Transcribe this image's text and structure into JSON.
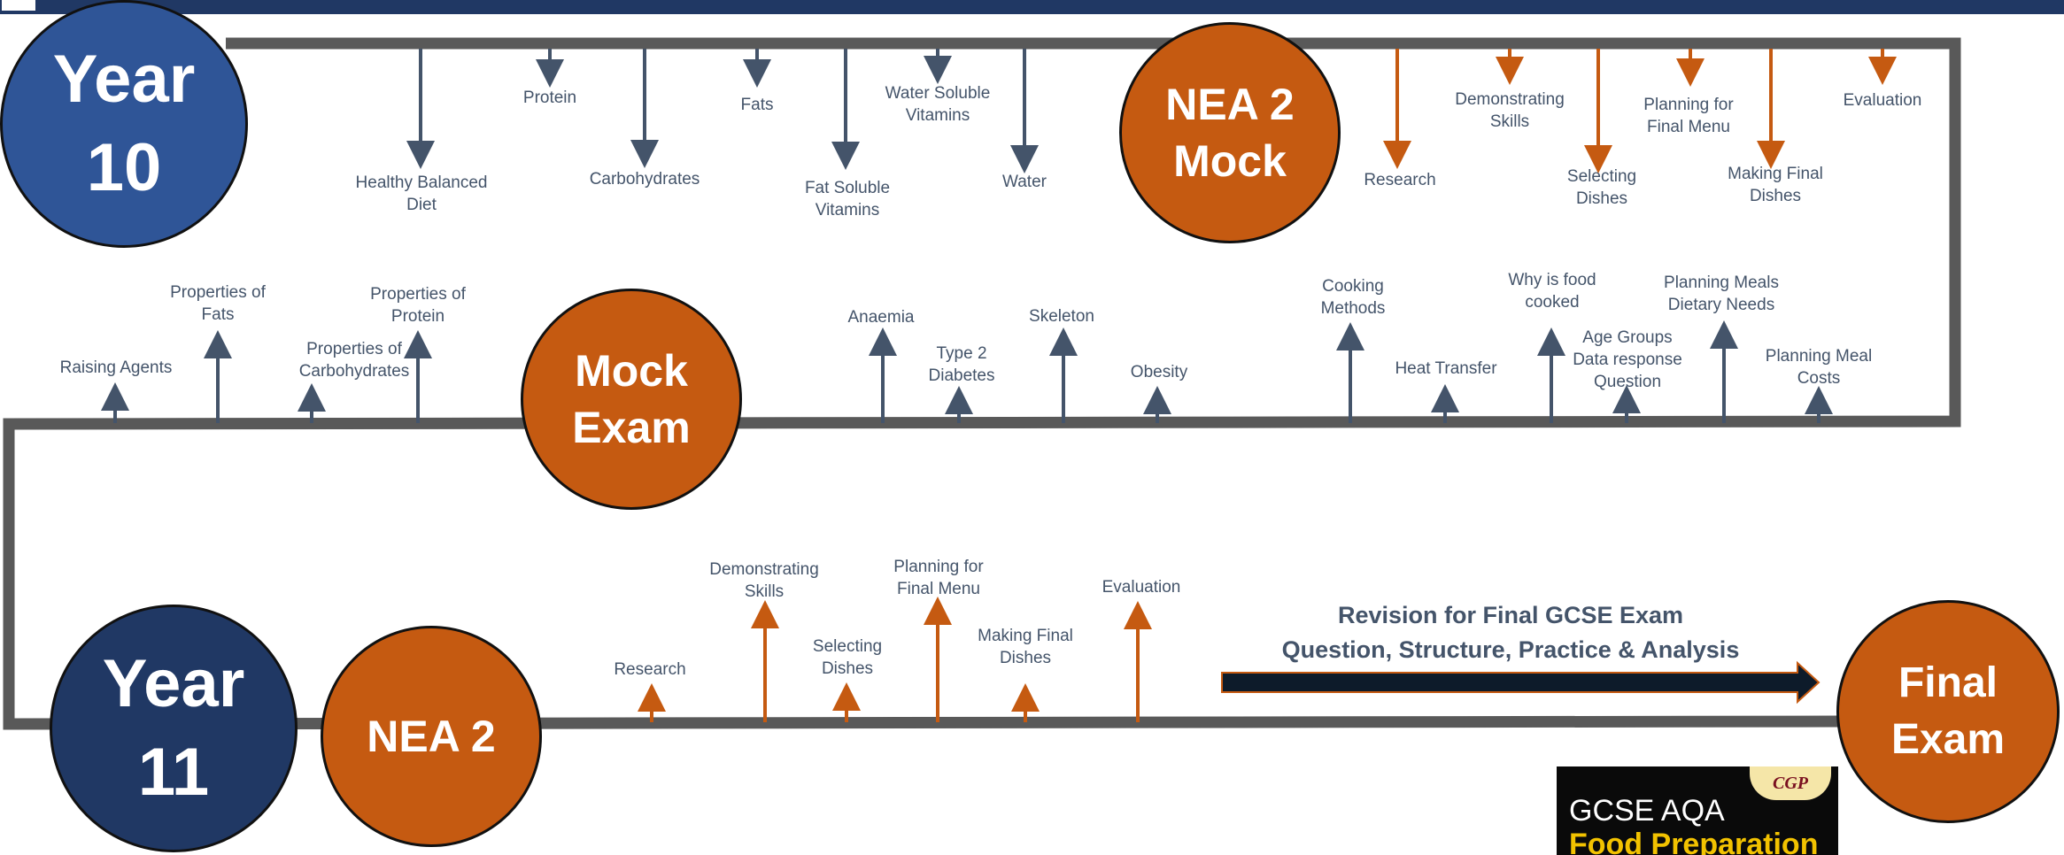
{
  "colors": {
    "header_bar": "#203864",
    "track": "#595959",
    "navy_stem": "#44546a",
    "orange_stem": "#c55a11",
    "year10_circle": "#2f5597",
    "year11_circle": "#203864",
    "milestone_circle": "#c55a11",
    "label_text": "#44546a",
    "revision_arrow": "#0d1b2a"
  },
  "milestones": {
    "year10": "Year\n10",
    "nea2_mock": "NEA 2\nMock",
    "mock_exam": "Mock\nExam",
    "year11": "Year\n11",
    "nea2": "NEA 2",
    "final_exam": "Final\nExam"
  },
  "topics": {
    "healthy_balanced_diet": "Healthy Balanced\nDiet",
    "protein": "Protein",
    "carbohydrates": "Carbohydrates",
    "fats": "Fats",
    "fat_soluble_vitamins": "Fat Soluble\nVitamins",
    "water_soluble_vitamins": "Water Soluble\nVitamins",
    "water": "Water",
    "research_1": "Research",
    "demonstrating_skills_1": "Demonstrating\nSkills",
    "selecting_dishes_1": "Selecting\nDishes",
    "planning_final_menu_1": "Planning for\nFinal Menu",
    "making_final_dishes_1": "Making Final\nDishes",
    "evaluation_1": "Evaluation",
    "raising_agents": "Raising Agents",
    "properties_of_fats": "Properties of\nFats",
    "properties_of_carbohydrates": "Properties of\nCarbohydrates",
    "properties_of_protein": "Properties of\nProtein",
    "anaemia": "Anaemia",
    "type2_diabetes": "Type 2\nDiabetes",
    "skeleton": "Skeleton",
    "obesity": "Obesity",
    "cooking_methods": "Cooking\nMethods",
    "heat_transfer": "Heat Transfer",
    "why_food_cooked": "Why is food\ncooked",
    "age_groups": "Age Groups\nData response\nQuestion",
    "planning_meals_dietary": "Planning Meals\nDietary Needs",
    "planning_meal_costs": "Planning Meal\nCosts",
    "research_2": "Research",
    "demonstrating_skills_2": "Demonstrating\nSkills",
    "selecting_dishes_2": "Selecting\nDishes",
    "planning_final_menu_2": "Planning for\nFinal Menu",
    "making_final_dishes_2": "Making Final\nDishes",
    "evaluation_2": "Evaluation"
  },
  "revision": {
    "text": "Revision for Final GCSE Exam\nQuestion, Structure, Practice & Analysis"
  },
  "book": {
    "line1": "GCSE AQA",
    "line2": "Food Preparation",
    "logo": "CGP"
  }
}
